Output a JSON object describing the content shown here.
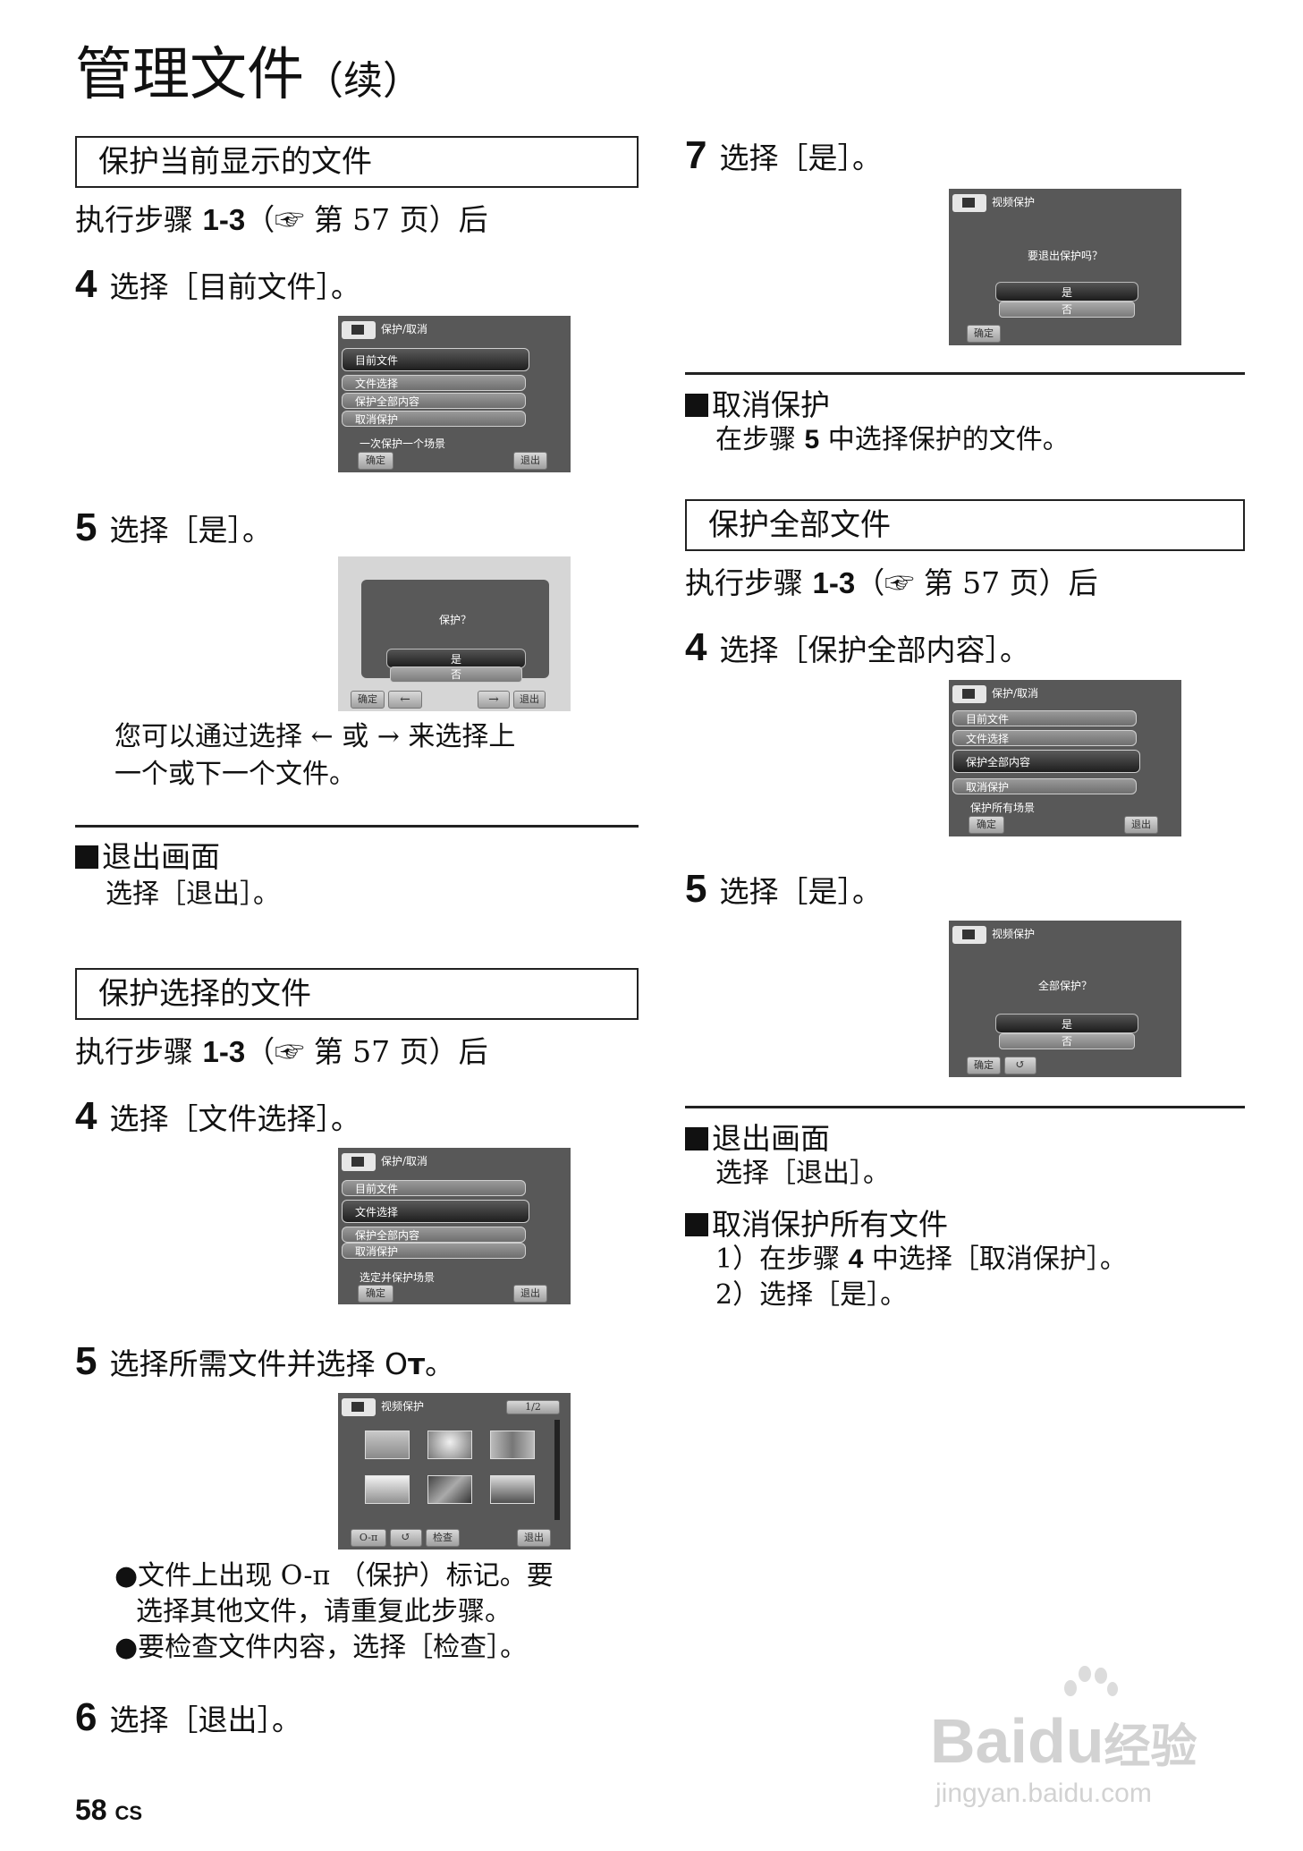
{
  "page_title": "管理文件",
  "page_title_sub": "（续）",
  "left": {
    "sec1_title": "保护当前显示的文件",
    "sec1_pre": "执行步骤",
    "steps_ref": "1-3",
    "ref_text": "（☞ 第 57 页）后",
    "s4_num": "4",
    "s4_text": "选择［目前文件］。",
    "screen1": {
      "title": "保护/取消",
      "items": [
        "目前文件",
        "文件选择",
        "保护全部内容",
        "取消保护"
      ],
      "note": "一次保护一个场景",
      "ok": "确定",
      "exit": "退出"
    },
    "s5_num": "5",
    "s5_text": "选择［是］。",
    "screen2": {
      "question": "保护？",
      "yes": "是",
      "no": "否",
      "ok": "确定",
      "left": "←",
      "right": "→",
      "exit": "退出"
    },
    "tip_line1": "您可以通过选择 ← 或 → 来选择上",
    "tip_line2": "一个或下一个文件。",
    "exit_heading": "退出画面",
    "exit_text": "选择［退出］。",
    "sec2_title": "保护选择的文件",
    "sec2_pre": "执行步骤",
    "sec2_ref_text": "（☞ 第 57 页）后",
    "s4b_num": "4",
    "s4b_text": "选择［文件选择］。",
    "screen3": {
      "title": "保护/取消",
      "items": [
        "目前文件",
        "文件选择",
        "保护全部内容",
        "取消保护"
      ],
      "note": "选定并保护场景",
      "ok": "确定",
      "exit": "退出"
    },
    "s5b_num": "5",
    "s5b_text": "选择所需文件并选择 O",
    "s5b_key": "ᴛ",
    "s5b_end": "。",
    "screen4": {
      "title": "视频保护",
      "page": "1/2",
      "check": "检查",
      "exit": "退出",
      "key": "O-π",
      "back": "↺"
    },
    "bullet1_a": "●文件上出现 O-π （保护）标记。要",
    "bullet1_b": "选择其他文件，请重复此步骤。",
    "bullet2": "●要检查文件内容，选择［检查］。",
    "s6_num": "6",
    "s6_text": "选择［退出］。"
  },
  "right": {
    "s7_num": "7",
    "s7_text": "选择［是］。",
    "screen5": {
      "title": "视频保护",
      "question": "要退出保护吗？",
      "yes": "是",
      "no": "否",
      "ok": "确定"
    },
    "cancel_heading": "取消保护",
    "cancel_pre": "在步骤",
    "cancel_step": "5",
    "cancel_post": "中选择保护的文件。",
    "sec3_title": "保护全部文件",
    "sec3_pre": "执行步骤",
    "sec3_ref": "1-3",
    "sec3_ref_text": "（☞ 第 57 页）后",
    "s4c_num": "4",
    "s4c_text": "选择［保护全部内容］。",
    "screen6": {
      "title": "保护/取消",
      "items": [
        "目前文件",
        "文件选择",
        "保护全部内容",
        "取消保护"
      ],
      "note": "保护所有场景",
      "ok": "确定",
      "exit": "退出"
    },
    "s5c_num": "5",
    "s5c_text": "选择［是］。",
    "screen7": {
      "title": "视频保护",
      "question": "全部保护？",
      "yes": "是",
      "no": "否",
      "ok": "确定",
      "back": "↺"
    },
    "exit_heading": "退出画面",
    "exit_text": "选择［退出］。",
    "cancel_all_heading": "取消保护所有文件",
    "cancel_all_1_pre": "1）在步骤",
    "cancel_all_1_step": "4",
    "cancel_all_1_post": "中选择［取消保护］。",
    "cancel_all_2": "2）选择［是］。"
  },
  "page_number": "58",
  "page_lang": "CS",
  "watermark_brand": "Bai",
  "watermark_du": "du",
  "watermark_cn": "经验",
  "watermark_url": "jingyan.baidu.com"
}
